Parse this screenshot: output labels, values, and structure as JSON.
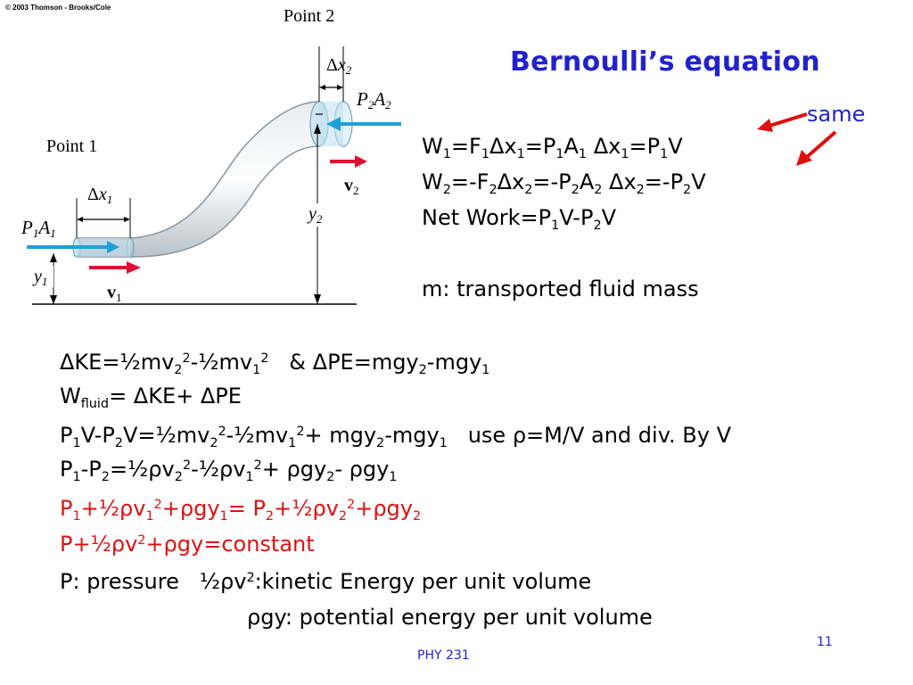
{
  "copyright": "© 2003 Thomson - Brooks/Cole",
  "title": "Bernoulli’s equation",
  "same_label": "same",
  "figure": {
    "point2": "Point 2",
    "point1": "Point 1",
    "dx2_d": "Δ",
    "dx2_x": "x",
    "dx2_s": "2",
    "dx1_d": "Δ",
    "dx1_x": "x",
    "dx1_s": "1",
    "p2a2_p": "P",
    "p2a2_ps": "2",
    "p2a2_a": "A",
    "p2a2_as": "2",
    "p1a1_p": "P",
    "p1a1_ps": "1",
    "p1a1_a": "A",
    "p1a1_as": "1",
    "v2_v": "v",
    "v2_s": "2",
    "v1_v": "v",
    "v1_s": "1",
    "y2_y": "y",
    "y2_s": "2",
    "y1_y": "y",
    "y1_s": "1"
  },
  "right": {
    "w1": {
      "a": "W",
      "s1": "1",
      "b": "=F",
      "s2": "1",
      "c": "Δx",
      "s3": "1",
      "d": "=P",
      "s4": "1",
      "e": "A",
      "s5": "1",
      "f": " Δx",
      "s6": "1",
      "g": "=P",
      "s7": "1",
      "h": "V"
    },
    "w2": {
      "a": "W",
      "s1": "2",
      "b": "=-F",
      "s2": "2",
      "c": "Δx",
      "s3": "2",
      "d": "=-P",
      "s4": "2",
      "e": "A",
      "s5": "2",
      "f": " Δx",
      "s6": "2",
      "g": "=-P",
      "s7": "2",
      "h": "V"
    },
    "net": {
      "a": "Net Work=P",
      "s1": "1",
      "b": "V-P",
      "s2": "2",
      "c": "V"
    },
    "mass": "m: transported fluid mass"
  },
  "eq1": {
    "a": "ΔKE=½mv",
    "s1": "2",
    "p1": "2",
    "b": "-½mv",
    "s2": "1",
    "p2": "2",
    "c": "   & ΔPE=mgy",
    "s3": "2",
    "d": "-mgy",
    "s4": "1"
  },
  "eq2": {
    "a": "W",
    "s1": "fluid",
    "b": "= ΔKE+ ΔPE"
  },
  "eq3": {
    "a": "P",
    "s1": "1",
    "b": "V-P",
    "s2": "2",
    "c": "V=½mv",
    "s3": "2",
    "p1": "2",
    "d": "-½mv",
    "s4": "1",
    "p2": "2",
    "e": "+ mgy",
    "s5": "2",
    "f": "-mgy",
    "s6": "1",
    "g": "   use ρ=M/V and div. By V"
  },
  "eq4": {
    "a": "P",
    "s1": "1",
    "b": "-P",
    "s2": "2",
    "c": "=½ρv",
    "s3": "2",
    "p1": "2",
    "d": "-½ρv",
    "s4": "1",
    "p2": "2",
    "e": "+ ρgy",
    "s5": "2",
    "f": "- ρgy",
    "s6": "1"
  },
  "eq5": {
    "a": "P",
    "s1": "1",
    "b": "+½ρv",
    "s2": "1",
    "p1": "2",
    "c": "+ρgy",
    "s3": "1",
    "d": "= P",
    "s4": "2",
    "e": "+½ρv",
    "s5": "2",
    "p2": "2",
    "f": "+ρgy",
    "s6": "2"
  },
  "eq6": {
    "a": "P+½ρv",
    "p1": "2",
    "b": "+ρgy=constant"
  },
  "eq7": {
    "a": "P: pressure   ½ρv",
    "p1": "2",
    "b": ":kinetic Energy per unit volume"
  },
  "eq8": "ρgy: potential energy per unit volume",
  "footer": "PHY 231",
  "page_number": "11",
  "colors": {
    "title": "#2222cc",
    "red": "#dd1111",
    "arrow_blue": "#1f9fd8",
    "arrow_red": "#dd1133"
  }
}
